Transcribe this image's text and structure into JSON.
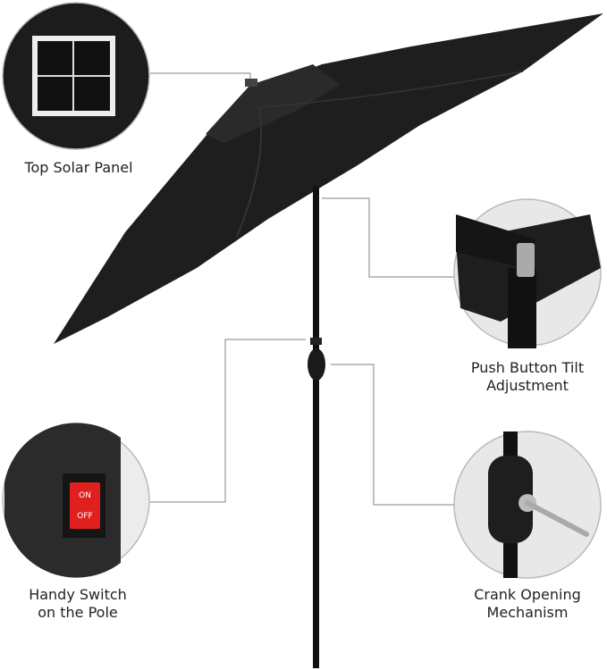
{
  "callouts": {
    "solar": {
      "label": "Top Solar Panel"
    },
    "tilt": {
      "line1": "Push Button Tilt",
      "line2": "Adjustment"
    },
    "switch": {
      "line1": "Handy Switch",
      "line2": "on the Pole",
      "on_text": "ON",
      "off_text": "OFF"
    },
    "crank": {
      "line1": "Crank Opening",
      "line2": "Mechanism"
    }
  },
  "colors": {
    "canopy": "#1e1e1e",
    "pole": "#111111",
    "switch": "#e0201e",
    "leader": "#9a9a9a"
  }
}
